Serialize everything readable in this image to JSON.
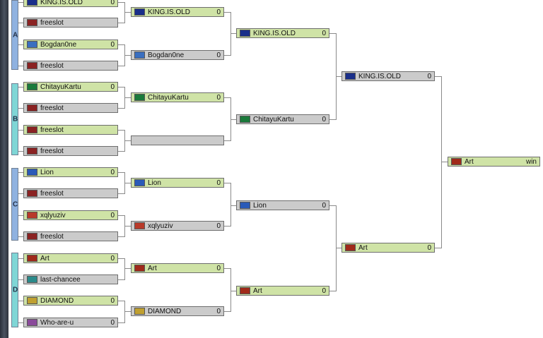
{
  "groups": [
    {
      "label": "A",
      "color": "#8fb2e0"
    },
    {
      "label": "B",
      "color": "#7fd6d6"
    },
    {
      "label": "C",
      "color": "#8fb2e0"
    },
    {
      "label": "D",
      "color": "#7fd6d6"
    }
  ],
  "round1": [
    {
      "name": "KING.IS.OLD",
      "score": "0",
      "status": "green",
      "flag": "#1a2f8a"
    },
    {
      "name": "freeslot",
      "score": "",
      "status": "grey",
      "flag": "#8a2222"
    },
    {
      "name": "Bogdan0ne",
      "score": "0",
      "status": "green",
      "flag": "#3a6fc0"
    },
    {
      "name": "freeslot",
      "score": "",
      "status": "grey",
      "flag": "#8a2222"
    },
    {
      "name": "ChitayuKartu",
      "score": "0",
      "status": "green",
      "flag": "#1a7a3a"
    },
    {
      "name": "freeslot",
      "score": "",
      "status": "grey",
      "flag": "#8a2222"
    },
    {
      "name": "freeslot",
      "score": "",
      "status": "green",
      "flag": "#8a2222"
    },
    {
      "name": "freeslot",
      "score": "",
      "status": "grey",
      "flag": "#8a2222"
    },
    {
      "name": "Lion",
      "score": "0",
      "status": "green",
      "flag": "#2a5ab8"
    },
    {
      "name": "freeslot",
      "score": "",
      "status": "grey",
      "flag": "#8a2222"
    },
    {
      "name": "xqlyuziv",
      "score": "0",
      "status": "green",
      "flag": "#b83a2a"
    },
    {
      "name": "freeslot",
      "score": "",
      "status": "grey",
      "flag": "#8a2222"
    },
    {
      "name": "Art",
      "score": "0",
      "status": "green",
      "flag": "#a02a1a"
    },
    {
      "name": "last-chancee",
      "score": "",
      "status": "grey",
      "flag": "#2a8a8a"
    },
    {
      "name": "DIAMOND",
      "score": "0",
      "status": "green",
      "flag": "#c0a030"
    },
    {
      "name": "Who-are-u",
      "score": "0",
      "status": "grey",
      "flag": "#8a4a9a"
    }
  ],
  "round2": [
    {
      "name": "KING.IS.OLD",
      "score": "0",
      "status": "green",
      "flag": "#1a2f8a"
    },
    {
      "name": "Bogdan0ne",
      "score": "0",
      "status": "grey",
      "flag": "#3a6fc0"
    },
    {
      "name": "ChitayuKartu",
      "score": "0",
      "status": "green",
      "flag": "#1a7a3a"
    },
    {
      "name": "",
      "score": "",
      "status": "grey",
      "flag": ""
    },
    {
      "name": "Lion",
      "score": "0",
      "status": "green",
      "flag": "#2a5ab8"
    },
    {
      "name": "xqlyuziv",
      "score": "0",
      "status": "grey",
      "flag": "#b83a2a"
    },
    {
      "name": "Art",
      "score": "0",
      "status": "green",
      "flag": "#a02a1a"
    },
    {
      "name": "DIAMOND",
      "score": "0",
      "status": "grey",
      "flag": "#c0a030"
    }
  ],
  "round3": [
    {
      "name": "KING.IS.OLD",
      "score": "0",
      "status": "green",
      "flag": "#1a2f8a"
    },
    {
      "name": "ChitayuKartu",
      "score": "0",
      "status": "grey",
      "flag": "#1a7a3a"
    },
    {
      "name": "Lion",
      "score": "0",
      "status": "grey",
      "flag": "#2a5ab8"
    },
    {
      "name": "Art",
      "score": "0",
      "status": "green",
      "flag": "#a02a1a"
    }
  ],
  "round4": [
    {
      "name": "KING.IS.OLD",
      "score": "0",
      "status": "grey",
      "flag": "#1a2f8a"
    },
    {
      "name": "Art",
      "score": "0",
      "status": "green",
      "flag": "#a02a1a"
    }
  ],
  "final": {
    "name": "Art",
    "score": "win",
    "status": "green",
    "flag": "#a02a1a"
  }
}
